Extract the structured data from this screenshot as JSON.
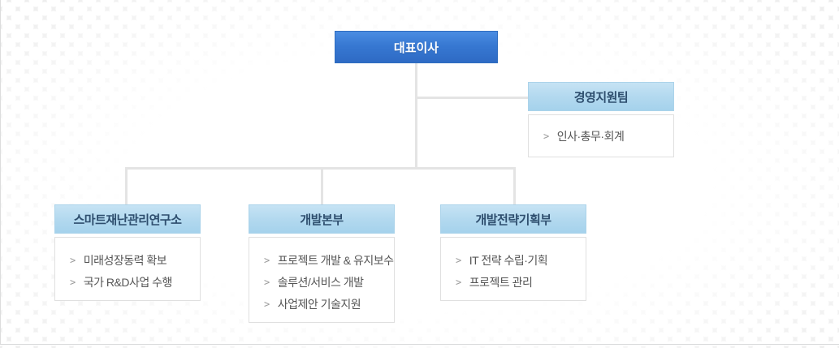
{
  "chart": {
    "type": "org-chart",
    "root_label": "대표이사",
    "support_team": {
      "title": "경영지원팀",
      "items": [
        "인사·총무·회계"
      ]
    },
    "departments": [
      {
        "title": "스마트재난관리연구소",
        "items": [
          "미래성장동력 확보",
          "국가 R&D사업 수행"
        ]
      },
      {
        "title": "개발본부",
        "items": [
          "프로젝트 개발 & 유지보수",
          "솔루션/서비스 개발",
          "사업제안 기술지원"
        ]
      },
      {
        "title": "개발전략기획부",
        "items": [
          "IT 전략 수립·기획",
          "프로젝트 관리"
        ]
      }
    ],
    "icons": {
      "chevron_glyph": ">"
    },
    "colors": {
      "accent_blue": "#3778d2",
      "light_blue": "#b3d9ef",
      "header_text": "#2e4e6e",
      "connector_line": "#e4e4e4",
      "item_text": "#555555",
      "list_border": "#e0e0e0"
    }
  }
}
